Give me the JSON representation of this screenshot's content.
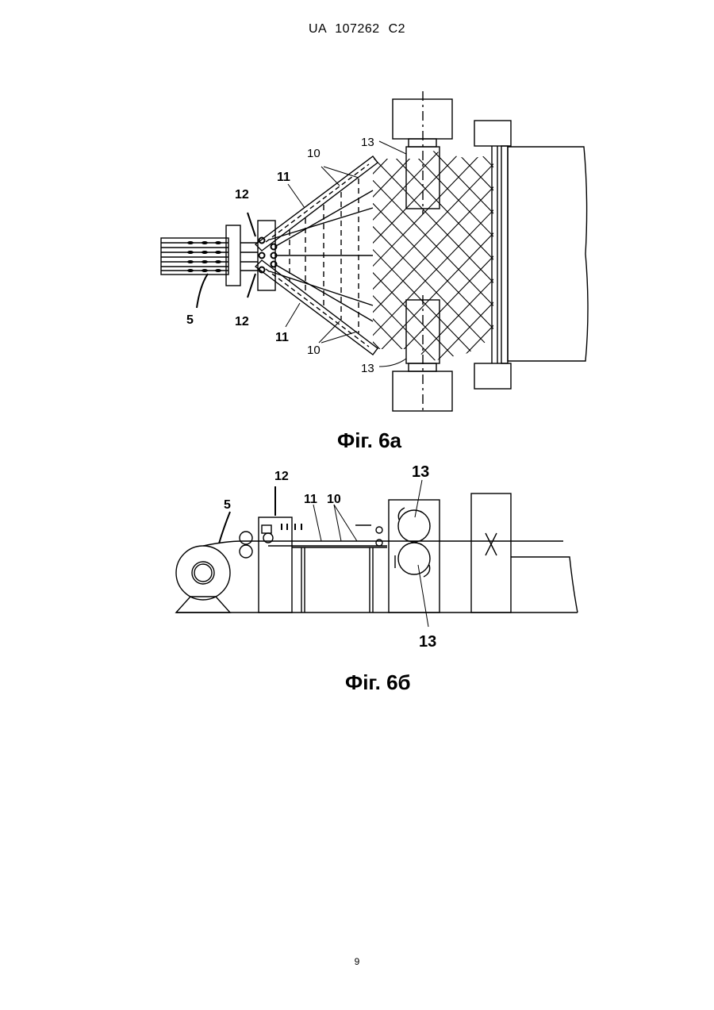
{
  "header": {
    "doc_id": "UA   107262   C2"
  },
  "fig6a": {
    "caption": "Фіг. 6а",
    "labels": {
      "l5": "5",
      "l12_top": "12",
      "l12_bottom": "12",
      "l11_top": "11",
      "l11_bottom": "11",
      "l10_top": "10",
      "l10_bottom": "10",
      "l13_top": "13",
      "l13_bottom": "13"
    }
  },
  "fig6b": {
    "caption": "Фіг. 6б",
    "labels": {
      "l5": "5",
      "l12": "12",
      "l11": "11",
      "l10": "10",
      "l13_top": "13",
      "l13_bottom": "13"
    }
  },
  "footer": {
    "page_number": "9"
  }
}
